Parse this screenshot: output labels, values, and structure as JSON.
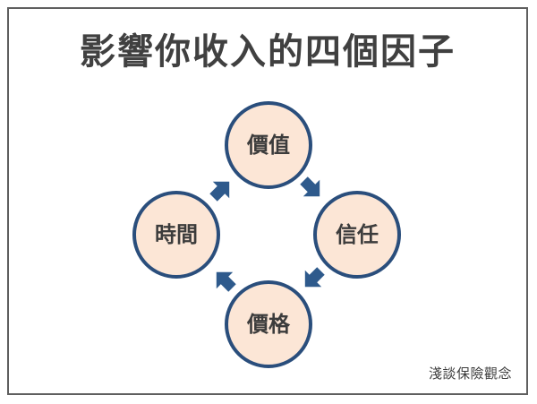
{
  "title": "影響你收入的四個因子",
  "nodes": [
    {
      "id": "value",
      "label": "價值"
    },
    {
      "id": "trust",
      "label": "信任"
    },
    {
      "id": "price",
      "label": "價格"
    },
    {
      "id": "time",
      "label": "時間"
    }
  ],
  "cycle_direction": "clockwise",
  "colors": {
    "circle_fill": "#fce6d6",
    "circle_stroke": "#2a4e7c",
    "arrow": "#2e5a8c",
    "text": "#3c3c3c",
    "title": "#404040",
    "frame": "#5f5f5f"
  },
  "watermark": "淺談保險觀念"
}
